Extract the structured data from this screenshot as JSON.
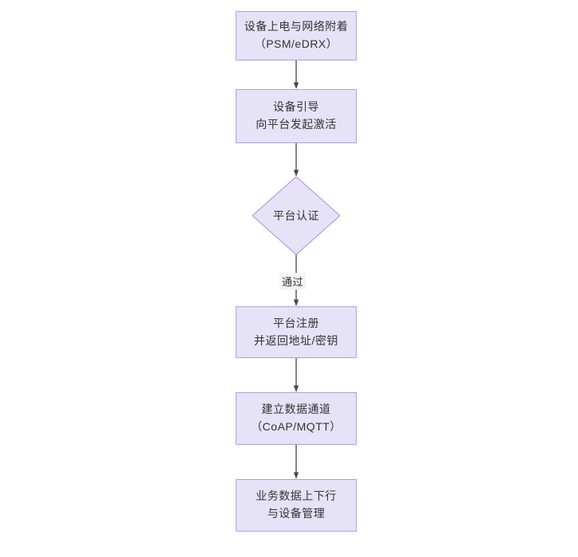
{
  "diagram": {
    "type": "flowchart",
    "direction": "top-to-bottom",
    "background_color": "#ffffff",
    "node_fill_color": "#e6e3f8",
    "node_border_color": "#b39ddb",
    "text_color": "#333333",
    "edge_color": "#444444",
    "nodes": [
      {
        "id": "n1",
        "shape": "rectangle",
        "lines": [
          "设备上电与网络附着",
          "（PSM/eDRX）"
        ]
      },
      {
        "id": "n2",
        "shape": "rectangle",
        "lines": [
          "设备引导",
          "向平台发起激活"
        ]
      },
      {
        "id": "n3",
        "shape": "diamond",
        "lines": [
          "平台认证"
        ]
      },
      {
        "id": "n4",
        "shape": "rectangle",
        "lines": [
          "平台注册",
          "并返回地址/密钥"
        ]
      },
      {
        "id": "n5",
        "shape": "rectangle",
        "lines": [
          "建立数据通道",
          "（CoAP/MQTT）"
        ]
      },
      {
        "id": "n6",
        "shape": "rectangle",
        "lines": [
          "业务数据上下行",
          "与设备管理"
        ]
      }
    ],
    "edges": [
      {
        "from": "n1",
        "to": "n2",
        "label": ""
      },
      {
        "from": "n2",
        "to": "n3",
        "label": ""
      },
      {
        "from": "n3",
        "to": "n4",
        "label": "通过"
      },
      {
        "from": "n4",
        "to": "n5",
        "label": ""
      },
      {
        "from": "n5",
        "to": "n6",
        "label": ""
      }
    ]
  }
}
